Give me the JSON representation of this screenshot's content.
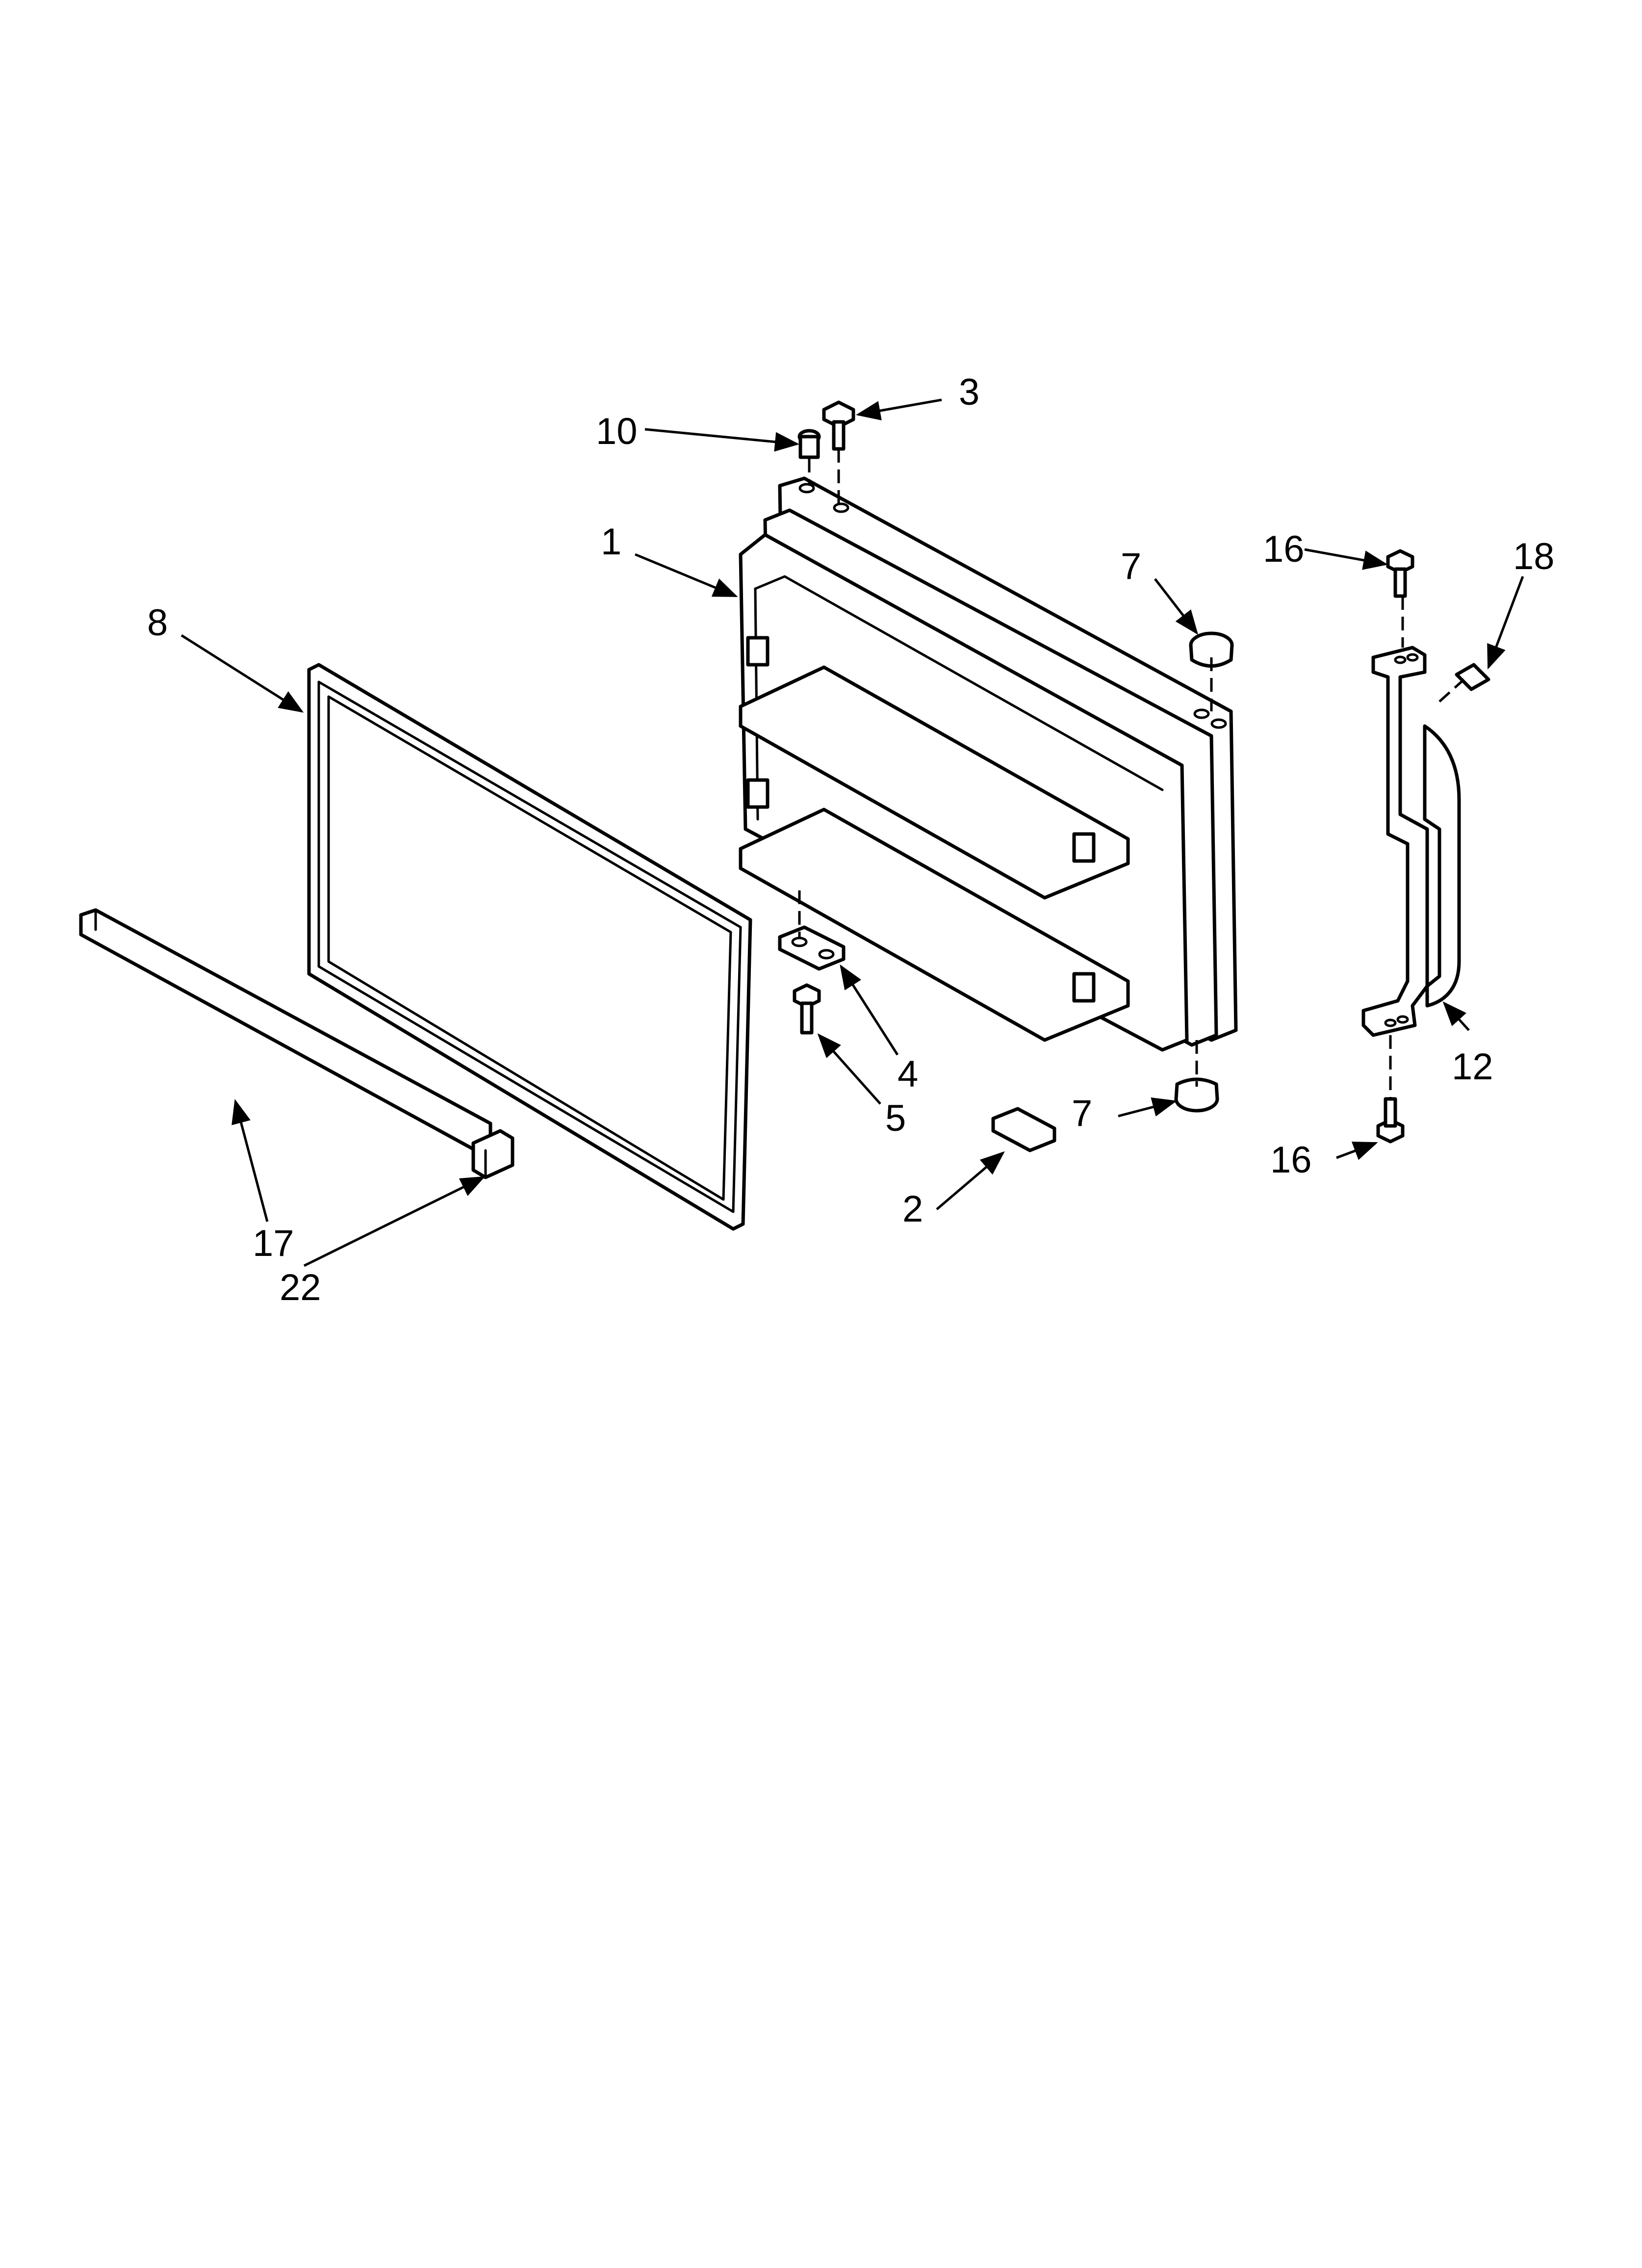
{
  "callouts": {
    "c1": "1",
    "c2": "2",
    "c3": "3",
    "c4": "4",
    "c5": "5",
    "c7_top": "7",
    "c7_bottom": "7",
    "c8": "8",
    "c10": "10",
    "c12": "12",
    "c16_top": "16",
    "c16_bottom": "16",
    "c17": "17",
    "c18": "18",
    "c22": "22"
  },
  "colors": {
    "line": "#000000",
    "background": "#ffffff"
  }
}
